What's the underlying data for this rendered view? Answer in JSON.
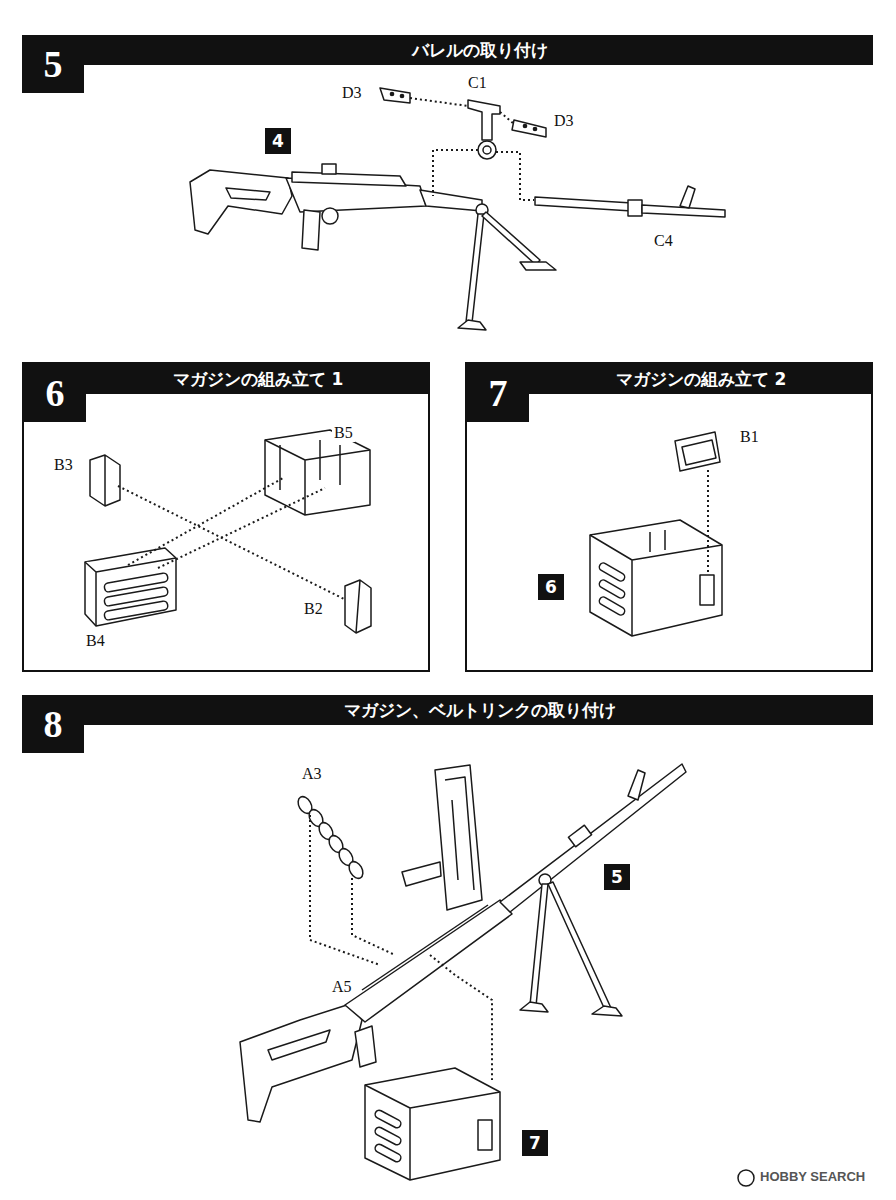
{
  "diagram": {
    "nodes": [
      {
        "text": [
          "5",
          "バレルの取り付け"
        ]
      },
      {
        "text": [
          "4"
        ],
        "in": 0
      },
      {
        "text": [
          "6",
          "マガジンの組み立て 1"
        ]
      },
      {
        "text": [
          "7",
          "マガジンの組み立て 2"
        ]
      },
      {
        "text": [
          "6"
        ],
        "in": 3
      },
      {
        "text": [
          "8",
          "マガジン、ベルトリンクの取り付け"
        ]
      },
      {
        "text": [
          "5"
        ],
        "in": 5
      },
      {
        "text": [
          "7"
        ],
        "in": 5
      }
    ],
    "labels": [
      "D3",
      "C1",
      "D3",
      "C4",
      "B5",
      "B3",
      "B2",
      "B4",
      "B1",
      "A3",
      "A5",
      "HOBBY SEARCH"
    ]
  }
}
